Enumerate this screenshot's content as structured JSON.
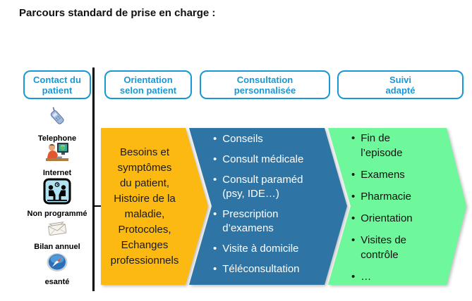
{
  "title": "Parcours standard de prise en charge :",
  "colors": {
    "accent_blue": "#1898D5",
    "stage_orange": "#FBB911",
    "stage_blue": "#2E74A4",
    "stage_green": "#6EF79B",
    "divider": "#000000"
  },
  "header_boxes": [
    "Contact du\npatient",
    "Orientation\nselon patient",
    "Consultation\npersonnalisée",
    "Suivi\nadapté"
  ],
  "contact_channels": [
    {
      "icon": "telephone-icon",
      "label": "Telephone"
    },
    {
      "icon": "internet-icon",
      "label": "Internet"
    },
    {
      "icon": "non-programme-icon",
      "label": "Non programmé"
    },
    {
      "icon": "bilan-annuel-icon",
      "label": "Bilan annuel"
    },
    {
      "icon": "esante-icon",
      "label": "esanté"
    }
  ],
  "stages": {
    "orientation": {
      "color": "#FBB911",
      "text": "Besoins et\nsymptômes\ndu patient,\nHistoire de la\nmaladie,\nProtocoles,\nEchanges\nprofessionnels"
    },
    "consultation": {
      "color": "#2E74A4",
      "items": [
        "Conseils",
        "Consult médicale",
        "Consult paraméd\n(psy, IDE…)",
        "Prescription\nd’examens",
        "Visite à domicile",
        "Téléconsultation"
      ]
    },
    "suivi": {
      "color": "#6EF79B",
      "items": [
        "Fin de\nl’episode",
        "Examens",
        "Pharmacie",
        "Orientation",
        "Visites de\ncontrôle",
        "…"
      ]
    }
  }
}
